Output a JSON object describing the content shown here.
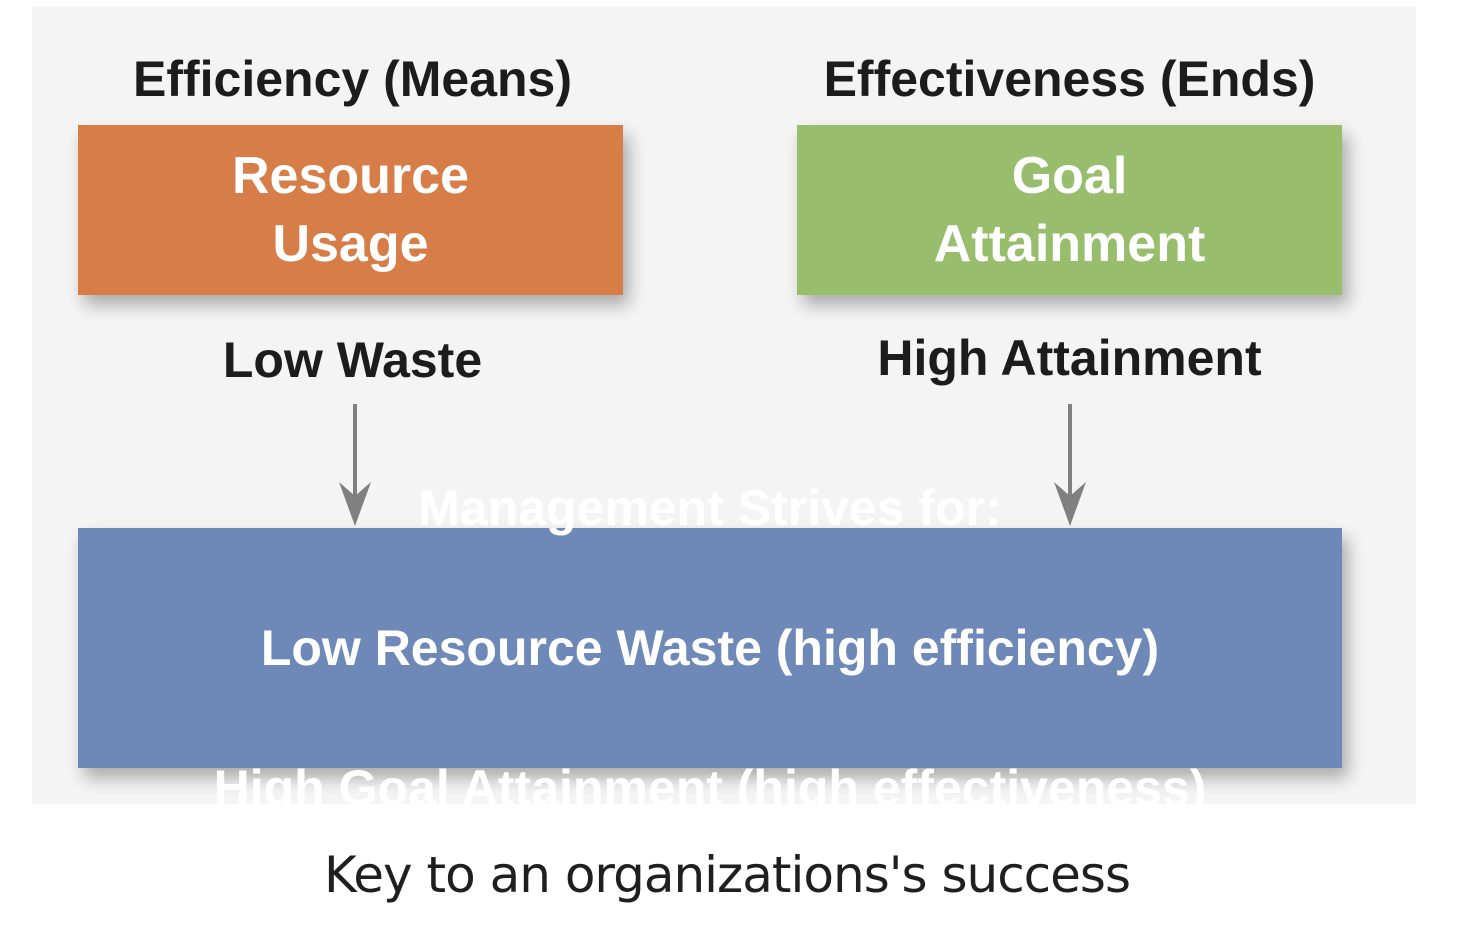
{
  "efficiency": {
    "heading": "Efficiency (Means)",
    "box_label": "Resource\nUsage",
    "outcome": "Low Waste"
  },
  "effectiveness": {
    "heading": "Effectiveness (Ends)",
    "box_label": "Goal\nAttainment",
    "outcome": "High Attainment"
  },
  "management": {
    "title": "Management Strives for:",
    "line1": "Low Resource Waste (high efficiency)",
    "line2": "High Goal Attainment (high effectiveness)"
  },
  "caption": "Key to an organizations's success",
  "colors": {
    "resource_box": "#d67d48",
    "goal_box": "#97bd6d",
    "management_box": "#6e89b8",
    "arrow": "#808080"
  }
}
